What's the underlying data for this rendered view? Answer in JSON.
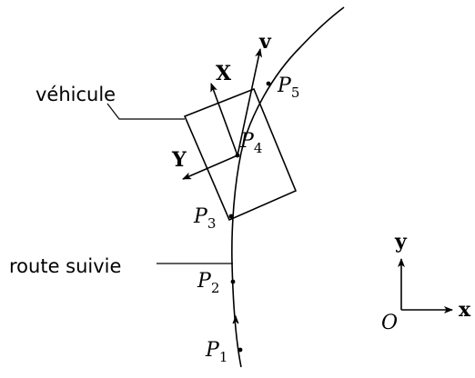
{
  "labels": {
    "vehicle": "véhicule",
    "road": "route suivie",
    "velocity": "v",
    "body_x": "X",
    "body_y": "Y",
    "world_x": "x",
    "world_y": "y",
    "origin": "O"
  },
  "points": [
    {
      "letter": "P",
      "index": "1"
    },
    {
      "letter": "P",
      "index": "2"
    },
    {
      "letter": "P",
      "index": "3"
    },
    {
      "letter": "P",
      "index": "4"
    },
    {
      "letter": "P",
      "index": "5"
    }
  ]
}
